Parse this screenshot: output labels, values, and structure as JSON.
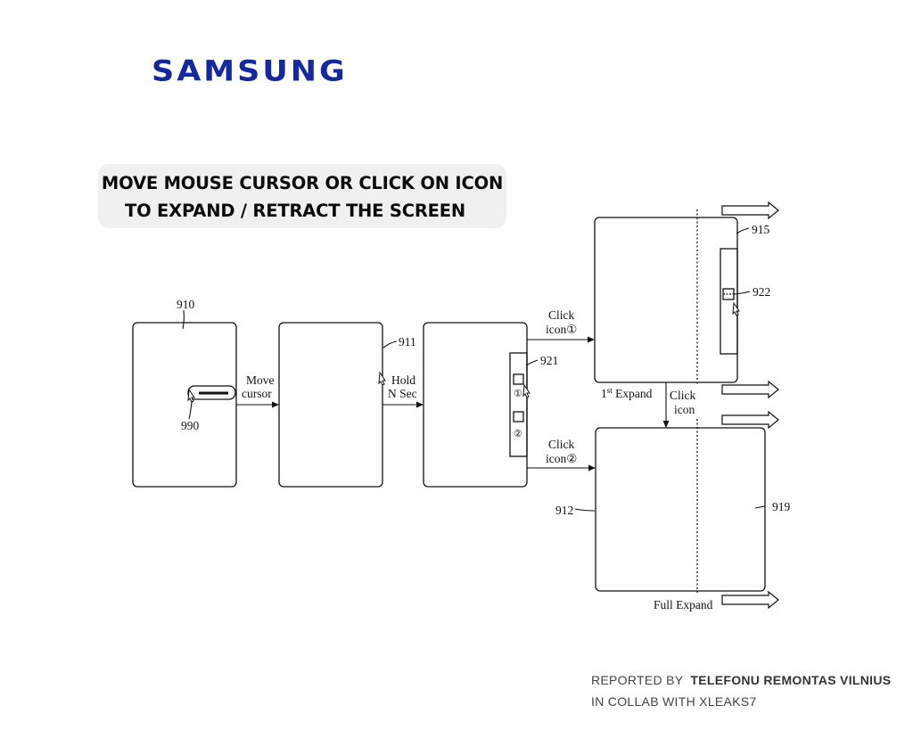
{
  "brand": {
    "name": "SAMSUNG",
    "color": "#1428a0"
  },
  "callout": {
    "line1": "MOVE MOUSE CURSOR OR CLICK ON ICON",
    "line2": "TO EXPAND / RETRACT THE SCREEN"
  },
  "diagram": {
    "ref_910": "910",
    "ref_911": "911",
    "ref_990": "990",
    "ref_921": "921",
    "ref_915": "915",
    "ref_922": "922",
    "ref_912": "912",
    "ref_919": "919",
    "move_cursor_line1": "Move",
    "move_cursor_line2": "cursor",
    "hold_line1": "Hold",
    "hold_line2": "N Sec",
    "click_icon1_line1": "Click",
    "click_icon1_line2": "icon①",
    "click_icon2_line1": "Click",
    "click_icon2_line2": "icon②",
    "click_icon_line1": "Click",
    "click_icon_line2": "icon",
    "first_expand_num": "1",
    "first_expand_sup": "st",
    "first_expand_text": " Expand",
    "full_expand": "Full Expand",
    "panel_mark_1": "①",
    "panel_mark_2": "②"
  },
  "footer": {
    "reported_by": "REPORTED BY",
    "reporter": "TELEFONU REMONTAS VILNIUS",
    "collab": "IN COLLAB WITH XLEAKS7"
  }
}
